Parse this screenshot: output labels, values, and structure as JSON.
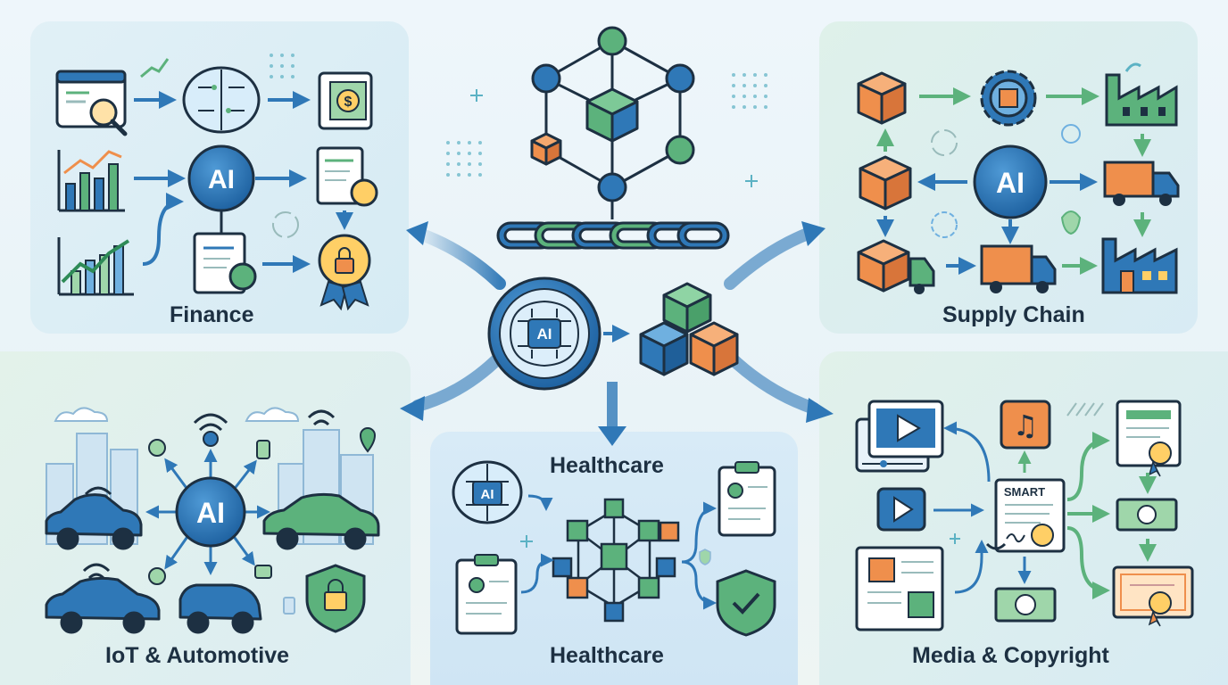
{
  "sectors": {
    "finance": "Finance",
    "supply_chain": "Supply Chain",
    "iot": "IoT & Automotive",
    "healthcare_top": "Healthcare",
    "healthcare_bottom": "Healthcare",
    "media": "Media & Copyright"
  },
  "badges": {
    "ai_finance": "AI",
    "ai_supply": "AI",
    "ai_iot": "AI",
    "ai_center": "AI",
    "ai_health": "AI",
    "smart_contract": "SMART"
  },
  "icons": {
    "currency": "$",
    "music": "♫",
    "play": "▶"
  },
  "colors": {
    "blue": "#2f78b7",
    "deep_blue": "#1f5f99",
    "green": "#5cb27c",
    "orange": "#ef8f4c",
    "navy": "#1d3042"
  }
}
